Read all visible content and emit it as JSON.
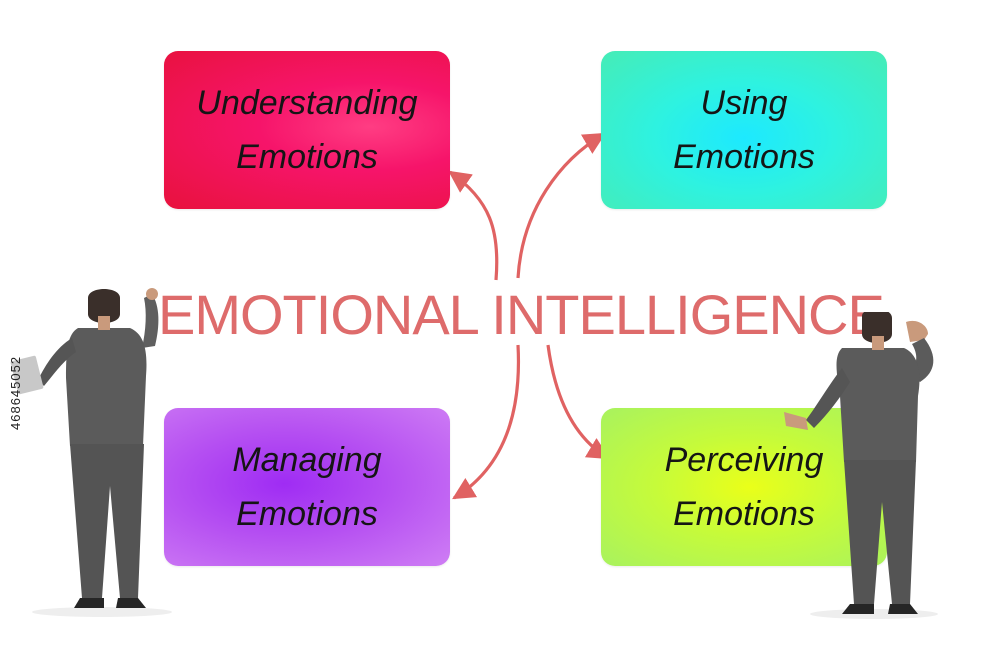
{
  "title": "EMOTIONAL INTELLIGENCE",
  "boxes": {
    "understanding": "Understanding\nEmotions",
    "using": "Using\nEmotions",
    "managing": "Managing\nEmotions",
    "perceiving": "Perceiving\nEmotions"
  },
  "watermark": "468645052",
  "colors": {
    "title": "#de6b6b",
    "arrow": "#e06262",
    "understanding": "#f0145a",
    "using": "#2ae8e3",
    "managing": "#b24ff2",
    "perceiving": "#d2f93a",
    "suit": "#5b5b5b"
  }
}
